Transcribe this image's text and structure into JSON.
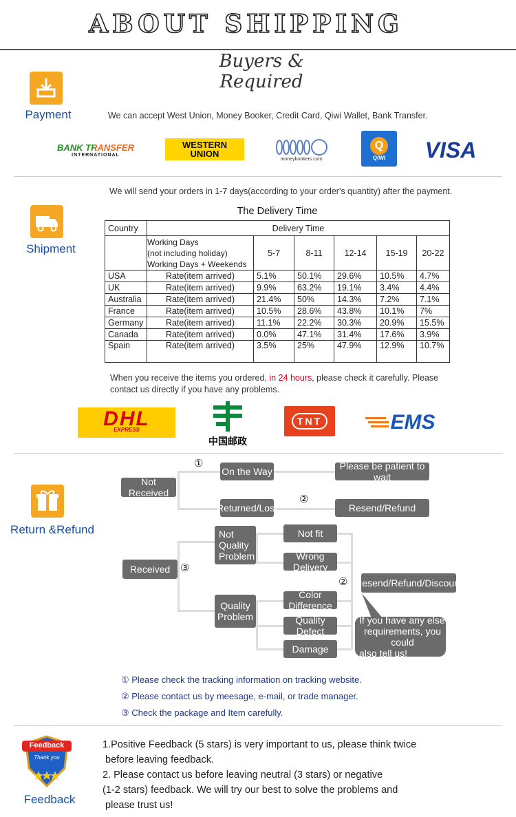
{
  "header": {
    "title": "ABOUT SHIPPING",
    "subtitle": "Buyers & Required"
  },
  "payment": {
    "label": "Payment",
    "text": "We can accept West Union, Money Booker, Credit Card, Qiwi Wallet, Bank Transfer.",
    "logos": {
      "bank_transfer": {
        "line1": "BANK TRANSFER",
        "line2": "INTERNATIONAL"
      },
      "western_union": {
        "line1": "WESTERN",
        "line2": "UNION"
      },
      "moneybookers": {
        "text": "moneybookers.com"
      },
      "qiwi": {
        "text": "QIWI"
      },
      "visa": {
        "text": "VISA"
      }
    }
  },
  "shipment": {
    "label": "Shipment",
    "intro": "We will send your orders in 1-7 days(according to your order's quantity) after the payment.",
    "table_title": "The Delivery Time",
    "header_country": "Country",
    "header_delivery": "Delivery Time",
    "row_head_label": [
      "Working Days",
      "(not including holiday)",
      "Working Days + Weekends"
    ],
    "columns": [
      "5-7",
      "8-11",
      "12-14",
      "15-19",
      "20-22"
    ],
    "rate_label": "Rate(item arrived)",
    "rows": [
      {
        "country": "USA",
        "values": [
          "5.1%",
          "50.1%",
          "29.6%",
          "10.5%",
          "4.7%"
        ]
      },
      {
        "country": "UK",
        "values": [
          "9.9%",
          "63.2%",
          "19.1%",
          "3.4%",
          "4.4%"
        ]
      },
      {
        "country": "Australia",
        "values": [
          "21.4%",
          "50%",
          "14.3%",
          "7.2%",
          "7.1%"
        ]
      },
      {
        "country": "France",
        "values": [
          "10.5%",
          "28.6%",
          "43.8%",
          "10.1%",
          "7%"
        ]
      },
      {
        "country": "Germany",
        "values": [
          "11.1%",
          "22.2%",
          "30.3%",
          "20.9%",
          "15.5%"
        ]
      },
      {
        "country": "Canada",
        "values": [
          "0.0%",
          "47.1%",
          "31.4%",
          "17.6%",
          "3.9%"
        ]
      },
      {
        "country": "Spain",
        "values": [
          "3.5%",
          "25%",
          "47.9%",
          "12.9%",
          "10.7%"
        ]
      }
    ],
    "receive_note_1": "When you receive the items you ordered, ",
    "receive_note_red": "in 24 hours",
    "receive_note_2": ", please check it carefully. Please",
    "receive_note_3": "contact us directly if you have any problems.",
    "carriers": {
      "dhl": {
        "text": "DHL",
        "sub": "EXPRESS"
      },
      "china_post": {
        "text": "中国邮政"
      },
      "tnt": {
        "text": "TNT"
      },
      "ems": {
        "text": "EMS"
      }
    },
    "accent_red": "#d0021b"
  },
  "return": {
    "label": "Return &Refund",
    "not_received": "Not Received",
    "on_the_way": "On the Way",
    "returned_lost": "Returned/Lost",
    "patient": "Please be patient to wait",
    "resend_refund": "Resend/Refund",
    "received": "Received",
    "not_quality": [
      "Not",
      "Quality",
      "Problem"
    ],
    "quality": [
      "Quality",
      "Problem"
    ],
    "not_fit": "Not fit",
    "wrong_delivery": "Wrong Delivery",
    "color_diff": "Color Difference",
    "quality_defect": "Quality Defect",
    "damage": "Damage",
    "resend_discount": "Resend/Refund/Discount",
    "bubble": [
      "If you have any else",
      "requirements, you could",
      "also tell us!"
    ],
    "n1": "①",
    "n2": "②",
    "n3": "③",
    "notes": [
      "① Please check the tracking information on tracking website.",
      "② Please contact us by meesage, e-mail, or trade manager.",
      "③ Check the package and Item carefully."
    ]
  },
  "feedback": {
    "label": "Feedback",
    "badge_top": "Feedback",
    "badge_sub": "Thank you",
    "lines": [
      "1.Positive Feedback (5 stars) is very important to us, please think twice",
      " before leaving feedback.",
      "2. Please contact us before leaving neutral (3 stars) or negative",
      "(1-2 stars) feedback. We will try our best to solve the problems and",
      " please trust us!"
    ]
  },
  "colors": {
    "accent_orange": "#f5a623",
    "label_blue": "#1a4fa0",
    "box_gray": "#6b6b6b"
  }
}
